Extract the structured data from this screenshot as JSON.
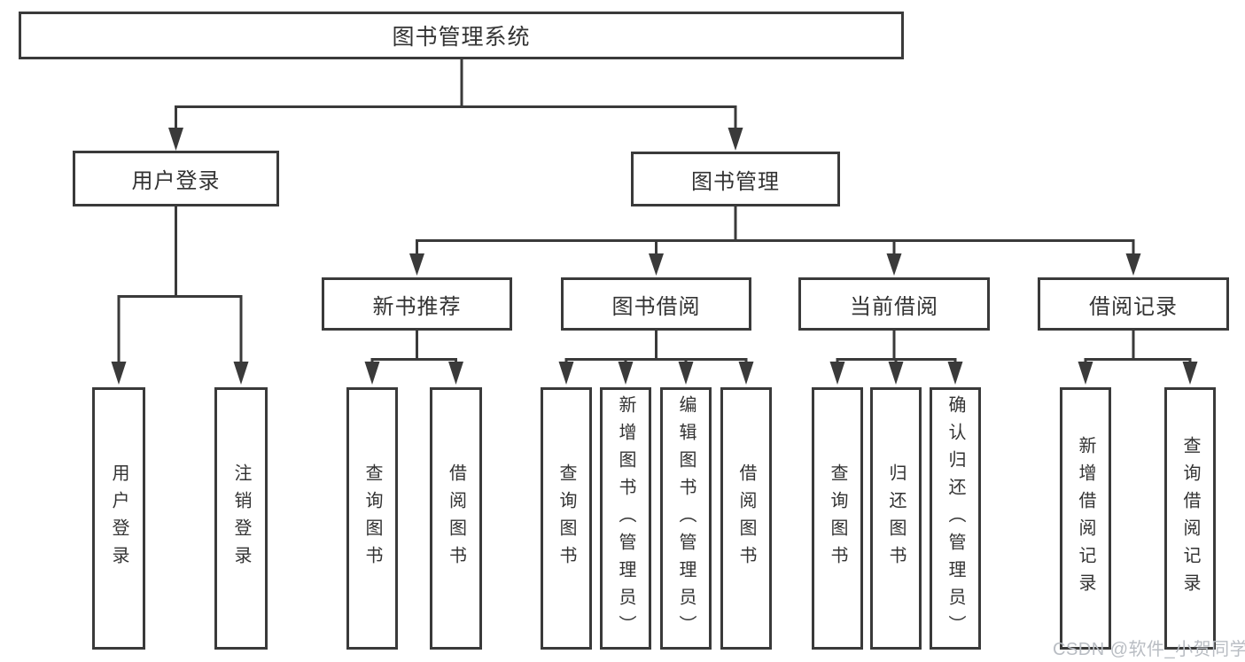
{
  "tree": {
    "root": "图书管理系统",
    "branches": [
      {
        "label": "用户登录",
        "children": [
          {
            "label": "用户登录"
          },
          {
            "label": "注销登录"
          }
        ]
      },
      {
        "label": "图书管理",
        "children": [
          {
            "label": "新书推荐",
            "children": [
              {
                "label": "查询图书"
              },
              {
                "label": "借阅图书"
              }
            ]
          },
          {
            "label": "图书借阅",
            "children": [
              {
                "label": "查询图书"
              },
              {
                "label": "新增图书（管理员）"
              },
              {
                "label": "编辑图书（管理员）"
              },
              {
                "label": "借阅图书"
              }
            ]
          },
          {
            "label": "当前借阅",
            "children": [
              {
                "label": "查询图书"
              },
              {
                "label": "归还图书"
              },
              {
                "label": "确认归还（管理员）"
              }
            ]
          },
          {
            "label": "借阅记录",
            "children": [
              {
                "label": "新增借阅记录"
              },
              {
                "label": "查询借阅记录"
              }
            ]
          }
        ]
      }
    ]
  },
  "watermark": {
    "text": "CSDN @软件_小贺同学"
  },
  "colors": {
    "line": "#3a3a3a",
    "text": "#333333",
    "watermark": "#b9bdc3",
    "background": "#ffffff"
  }
}
